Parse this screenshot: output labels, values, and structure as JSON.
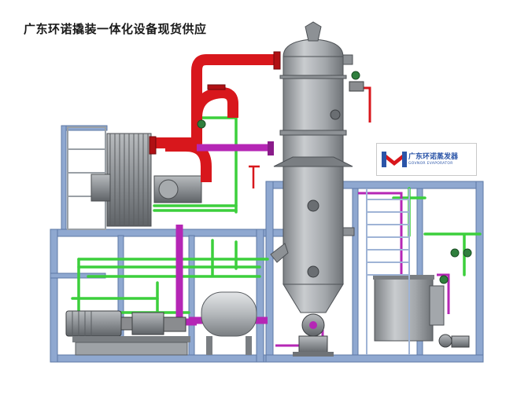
{
  "caption": "广东环诺撬装一体化设备现货供应",
  "brand": {
    "name": "广东环诺蒸发器",
    "subtitle": "GOVNOR EVAPORATOR",
    "logo": "hn-logo"
  },
  "colors": {
    "background": "#ffffff",
    "frame_blue": "#8fa8d0",
    "steam_pipe_red": "#d8171c",
    "liquid_pipe_magenta": "#b526b5",
    "cooling_pipe_green": "#3ccf3c",
    "vessel_gray": "#9ea2a6",
    "equipment_gray": "#8a8c8f"
  }
}
